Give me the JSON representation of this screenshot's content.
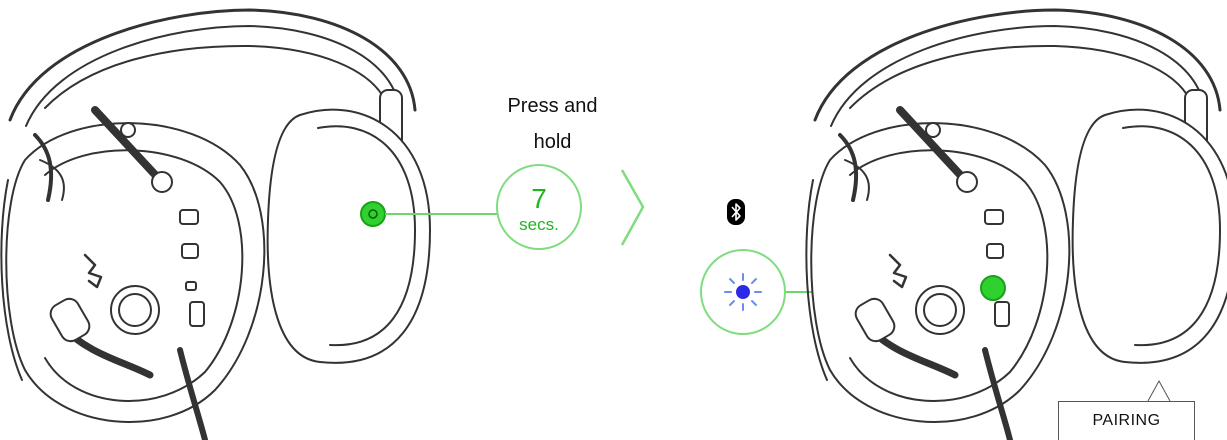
{
  "instruction": {
    "line1": "Press and",
    "line2": "hold"
  },
  "timer": {
    "value": "7",
    "unit": "secs."
  },
  "status_label": "PAIRING",
  "icons": {
    "connector": "chevron-right-icon",
    "bluetooth": "bluetooth-icon",
    "led": "blue-led-blink-icon",
    "button_highlight": "green-button-highlight"
  },
  "colors": {
    "accent_green": "#1fb51f",
    "circle_border_green": "#5bd25b",
    "led_blue": "#2a2ae6",
    "line_art": "#333333"
  }
}
